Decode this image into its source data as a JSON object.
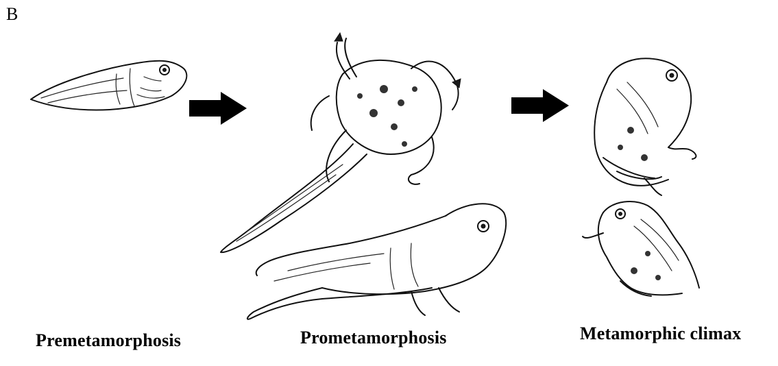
{
  "panel_letter": "B",
  "stages": [
    {
      "label": "Premetamorphosis"
    },
    {
      "label": "Prometamorphosis"
    },
    {
      "label": "Metamorphic climax"
    }
  ]
}
